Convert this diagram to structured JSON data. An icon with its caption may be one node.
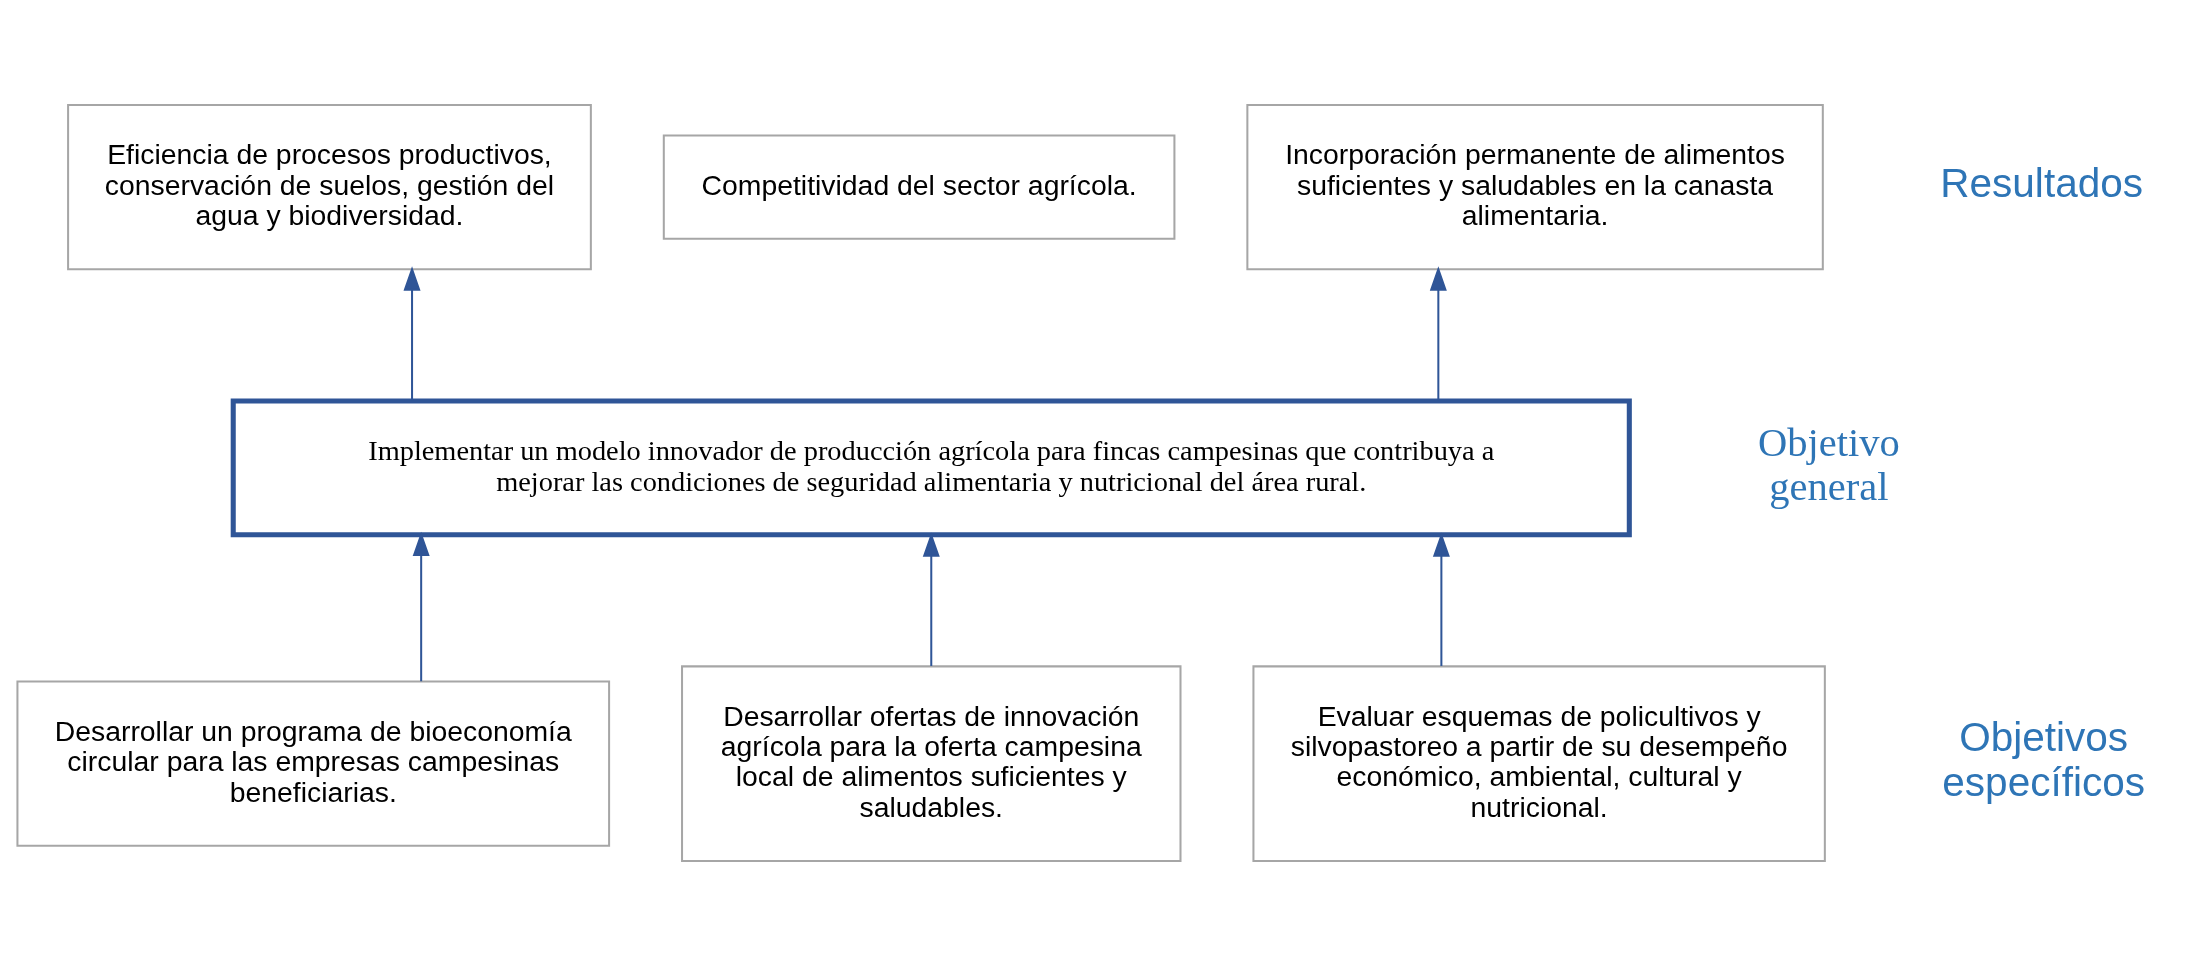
{
  "diagram": {
    "nodes": [
      {
        "text": [
          "Eficiencia de procesos productivos, conservación de suelos, gestión del agua y biodiversidad."
        ]
      },
      {
        "text": [
          "Competitividad del sector agrícola."
        ]
      },
      {
        "text": [
          "Incorporación permanente de alimentos suficientes y saludables en la canasta alimentaria."
        ]
      },
      {
        "text": [
          "Implementar un modelo innovador de producción agrícola para fincas campesinas que contribuya a mejorar las condiciones de seguridad alimentaria y nutricional del área rural."
        ]
      },
      {
        "text": [
          "Desarrollar un programa de bioeconomía circular para las empresas campesinas beneficiarias."
        ]
      },
      {
        "text": [
          "Desarrollar ofertas de innovación agrícola para la oferta campesina local de alimentos suficientes y saludables."
        ]
      },
      {
        "text": [
          "Evaluar esquemas de policultivos y silvopastoreo a partir de su desempeño económico, ambiental, cultural y nutricional."
        ]
      }
    ],
    "edges": [
      {
        "from": 3,
        "to": 0,
        "arrow": "to"
      },
      {
        "from": 3,
        "to": 2,
        "arrow": "to"
      },
      {
        "from": 4,
        "to": 3,
        "arrow": "to"
      },
      {
        "from": 5,
        "to": 3,
        "arrow": "to"
      },
      {
        "from": 6,
        "to": 3,
        "arrow": "to"
      }
    ],
    "labels": [
      "Resultados",
      "Objetivo general",
      "Objetivos específicos"
    ]
  }
}
